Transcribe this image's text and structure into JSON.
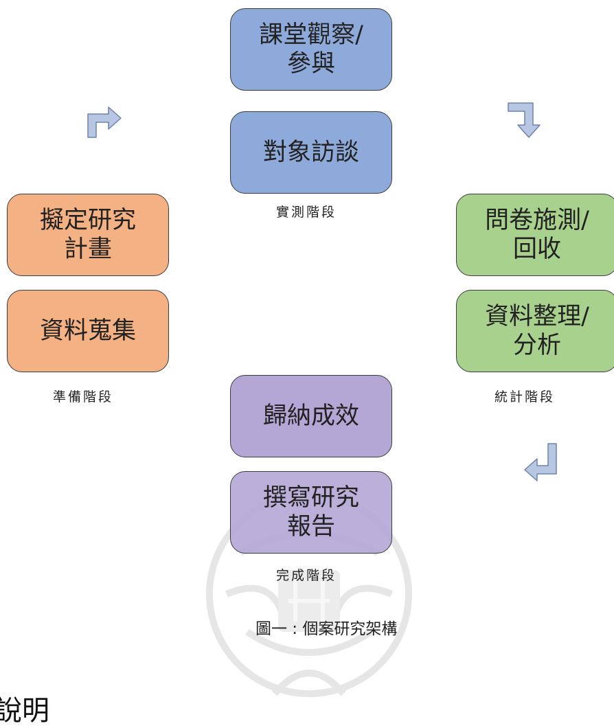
{
  "diagram": {
    "stages": {
      "execution": {
        "label": "實測階段",
        "steps": [
          "課堂觀察/\n參與",
          "對象訪談"
        ]
      },
      "preparation": {
        "label": "準備階段",
        "steps": [
          "擬定研究\n計畫",
          "資料蒐集"
        ]
      },
      "statistics": {
        "label": "統計階段",
        "steps": [
          "問卷施測/\n回收",
          "資料整理/\n分析"
        ]
      },
      "completion": {
        "label": "完成階段",
        "steps": [
          "歸納成效",
          "撰寫研究\n報告"
        ]
      }
    },
    "caption": "圖一 : 個案研究架構",
    "colors": {
      "execution": "#8eaadb",
      "preparation": "#f4b183",
      "statistics": "#a9d18e",
      "completion": "#b4a7d6"
    }
  },
  "page": {
    "heading": "說明"
  }
}
